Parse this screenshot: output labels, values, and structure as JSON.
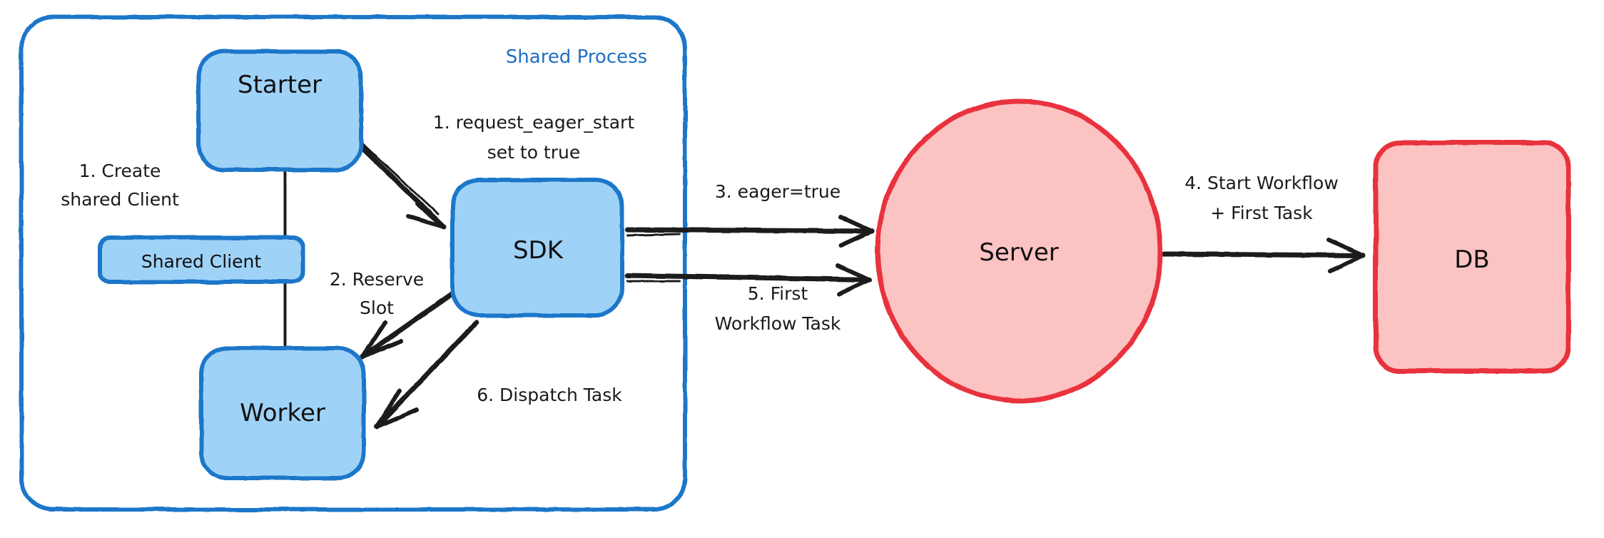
{
  "diagram": {
    "title": "Eager Workflow Start sequence diagram",
    "colors": {
      "blue_stroke": "#1f77c9",
      "blue_fill": "#9fd2f7",
      "red_stroke": "#e8323c",
      "red_fill": "#fcc3c3",
      "group_title": "#1f6fc4",
      "edge": "#1a1a1a",
      "background": "#ffffff"
    },
    "group": {
      "label": "Shared Process"
    },
    "nodes": [
      {
        "id": "starter",
        "label": "Starter",
        "shape": "rounded-rect",
        "style": "blue"
      },
      {
        "id": "shared_client",
        "label": "Shared Client",
        "shape": "rounded-rect",
        "style": "blue"
      },
      {
        "id": "worker",
        "label": "Worker",
        "shape": "rounded-rect",
        "style": "blue"
      },
      {
        "id": "sdk",
        "label": "SDK",
        "shape": "rounded-rect",
        "style": "blue"
      },
      {
        "id": "server",
        "label": "Server",
        "shape": "ellipse",
        "style": "red"
      },
      {
        "id": "db",
        "label": "DB",
        "shape": "rounded-rect",
        "style": "red"
      }
    ],
    "edges": [
      {
        "id": "e1",
        "from": "starter",
        "to": "sdk",
        "label_lines": [
          "1. request_eager_start",
          "set to true"
        ],
        "arrow": true
      },
      {
        "id": "e2",
        "from": "sdk",
        "to": "worker",
        "label_lines": [
          "2. Reserve",
          "Slot"
        ],
        "arrow": true
      },
      {
        "id": "e3",
        "from": "sdk",
        "to": "server",
        "label_lines": [
          "3. eager=true"
        ],
        "arrow": true
      },
      {
        "id": "e4",
        "from": "server",
        "to": "db",
        "label_lines": [
          "4. Start Workflow",
          "+ First Task"
        ],
        "arrow": true
      },
      {
        "id": "e5",
        "from": "server",
        "to": "sdk",
        "label_lines": [
          "5. First",
          "Workflow Task"
        ],
        "arrow": true
      },
      {
        "id": "e6",
        "from": "sdk",
        "to": "worker",
        "label_lines": [
          "6. Dispatch Task"
        ],
        "arrow": true
      },
      {
        "id": "e0",
        "from": "starter",
        "to": "worker",
        "label_lines": [
          "1. Create",
          "shared Client"
        ],
        "arrow": false
      }
    ],
    "labels": {
      "create_shared_client_l1": "1. Create",
      "create_shared_client_l2": "shared Client",
      "request_eager_start_l1": "1. request_eager_start",
      "request_eager_start_l2": "set to true",
      "reserve_slot_l1": "2. Reserve",
      "reserve_slot_l2": "Slot",
      "eager_true": "3. eager=true",
      "start_workflow_l1": "4. Start Workflow",
      "start_workflow_l2": "+ First Task",
      "first_workflow_task_l1": "5. First",
      "first_workflow_task_l2": "Workflow Task",
      "dispatch_task": "6. Dispatch Task",
      "group_title": "Shared Process",
      "node_starter": "Starter",
      "node_shared_client": "Shared Client",
      "node_worker": "Worker",
      "node_sdk": "SDK",
      "node_server": "Server",
      "node_db": "DB"
    }
  }
}
